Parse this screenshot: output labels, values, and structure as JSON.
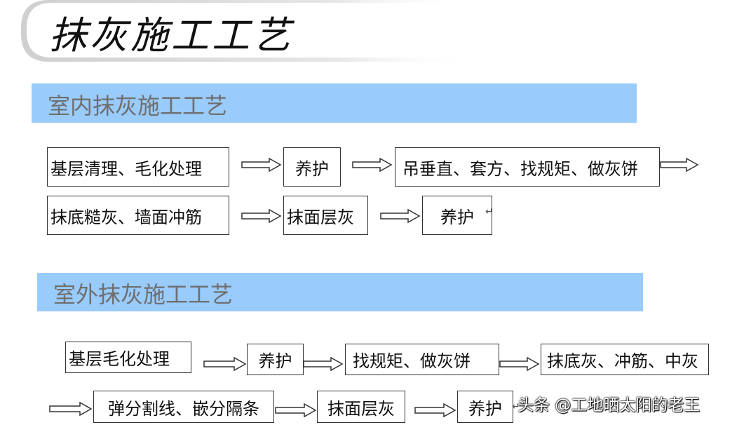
{
  "title": "抹灰施工工艺",
  "sections": {
    "indoor": {
      "label": "室内抹灰施工工艺",
      "steps": [
        "基层清理、毛化处理",
        "养护",
        "吊垂直、套方、找规矩、做灰饼",
        "抹底糙灰、墙面冲筋",
        "抹面层灰",
        "养护"
      ]
    },
    "outdoor": {
      "label": "室外抹灰施工工艺",
      "steps": [
        "基层毛化处理",
        "养护",
        "找规矩、做灰饼",
        "抹底灰、冲筋、中灰",
        "弹分割线、嵌分隔条",
        "抹面层灰",
        "养护"
      ]
    }
  },
  "watermark": "头条 @工地晒太阳的老王"
}
